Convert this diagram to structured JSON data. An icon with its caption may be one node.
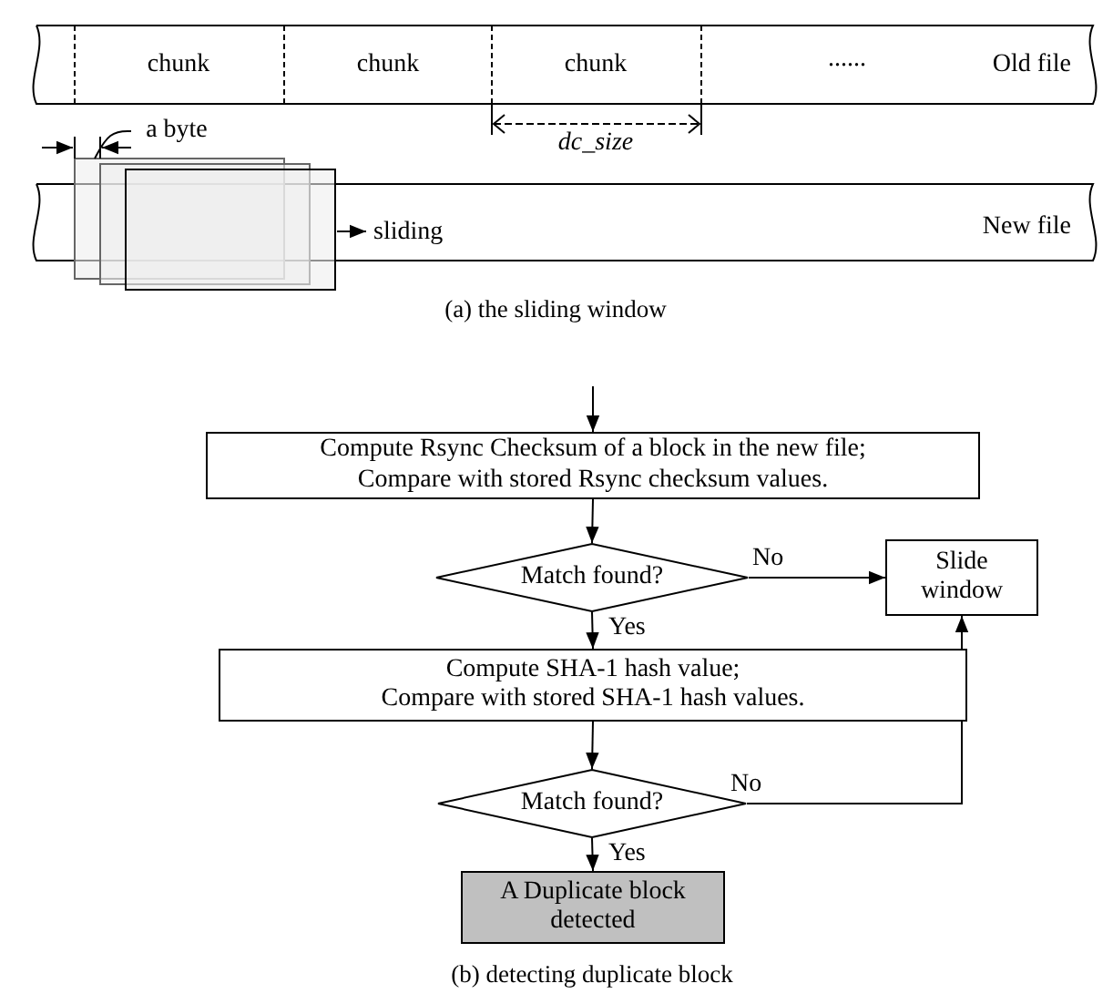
{
  "diagram": {
    "nodes": [
      {
        "text": [
          "a byte"
        ]
      },
      {
        "text": [
          "Compute Rsync Checksum of a block in the new file;",
          "Compare with stored Rsync checksum values."
        ]
      },
      {
        "text": [
          "Match found?"
        ]
      },
      {
        "text": [
          "Slide window"
        ]
      },
      {
        "text": [
          "Compute SHA-1 hash value;",
          "Compare with stored SHA-1 hash values."
        ]
      },
      {
        "text": [
          "Match found?"
        ]
      },
      {
        "text": [
          "A Duplicate block detected"
        ]
      }
    ],
    "edges": [
      {
        "from": 0,
        "to": null,
        "arrow": "none"
      },
      {
        "from": null,
        "to": 1,
        "arrow": "to"
      },
      {
        "from": 1,
        "to": 2,
        "arrow": "to"
      },
      {
        "from": 2,
        "to": 3,
        "label": "No",
        "arrow": "to"
      },
      {
        "from": 2,
        "to": 4,
        "label": "Yes",
        "arrow": "to"
      },
      {
        "from": 4,
        "to": 5,
        "arrow": "to"
      },
      {
        "from": 5,
        "to": 3,
        "label": "No",
        "arrow": "to"
      },
      {
        "from": 5,
        "to": 6,
        "label": "Yes",
        "arrow": "to"
      }
    ],
    "labels": [
      "chunk",
      "chunk",
      "chunk",
      "......",
      "Old file",
      "dc_size",
      "sliding",
      "New file",
      "(a) the sliding window",
      "(b) detecting duplicate block"
    ]
  }
}
